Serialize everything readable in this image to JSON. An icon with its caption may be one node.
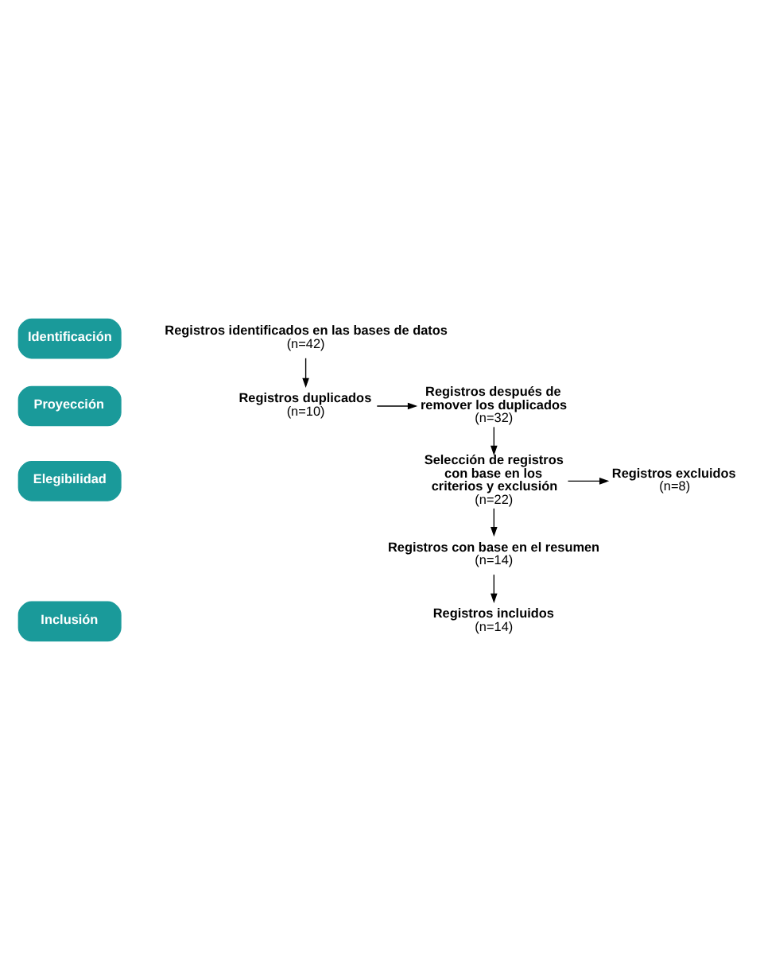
{
  "diagram": {
    "nodes": [
      {
        "text": [
          "Identificación"
        ]
      },
      {
        "text": [
          "Proyección"
        ]
      },
      {
        "text": [
          "Elegibilidad"
        ]
      },
      {
        "text": [
          "Inclusión"
        ]
      },
      {
        "text": [
          "Registros identificados en las bases de datos",
          "(n=42)"
        ]
      },
      {
        "text": [
          "Registros duplicados",
          "(n=10)"
        ]
      },
      {
        "text": [
          "Registros después de remover los duplicados",
          "(n=32)"
        ]
      },
      {
        "text": [
          "Selección de registros con base en los criterios y exclusión",
          "(n=22)"
        ]
      },
      {
        "text": [
          "Registros excluidos",
          "(n=8)"
        ]
      },
      {
        "text": [
          "Registros con base en el resumen",
          "(n=14)"
        ]
      },
      {
        "text": [
          "Registros incluidos",
          "(n=14)"
        ]
      }
    ],
    "edges": [
      {
        "from": 4,
        "to": 5,
        "arrow": "to"
      },
      {
        "from": 5,
        "to": 6,
        "arrow": "to"
      },
      {
        "from": 6,
        "to": 7,
        "arrow": "to"
      },
      {
        "from": 7,
        "to": 8,
        "arrow": "to"
      },
      {
        "from": 7,
        "to": 9,
        "arrow": "to"
      },
      {
        "from": 9,
        "to": 10,
        "arrow": "to"
      }
    ]
  }
}
